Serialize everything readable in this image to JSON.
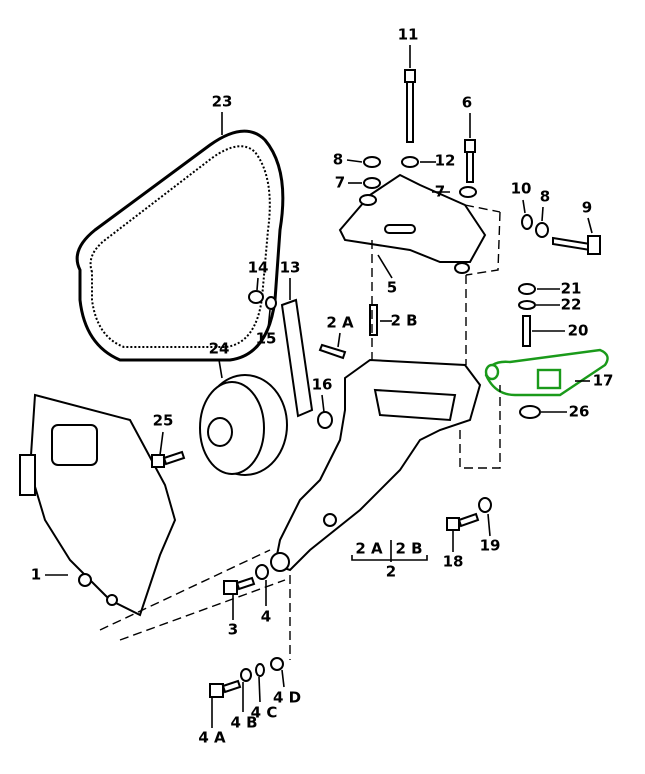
{
  "diagram": {
    "highlight_color": "#1a9a1a",
    "highlighted_part": "17",
    "callouts": {
      "c1": "1",
      "c2": "2",
      "c2a_top": "2 A",
      "c2b_top": "2 B",
      "c2a_bottom": "2 A",
      "c2b_bottom": "2 B",
      "c3": "3",
      "c4": "4",
      "c4a": "4 A",
      "c4b": "4 B",
      "c4c": "4 C",
      "c4d": "4 D",
      "c5": "5",
      "c6": "6",
      "c7_left": "7",
      "c7_right": "7",
      "c8_left": "8",
      "c8_right": "8",
      "c9": "9",
      "c10": "10",
      "c11": "11",
      "c12": "12",
      "c13": "13",
      "c14": "14",
      "c15": "15",
      "c16": "16",
      "c17": "17",
      "c18": "18",
      "c19": "19",
      "c20": "20",
      "c21": "21",
      "c22": "22",
      "c23": "23",
      "c24": "24",
      "c25": "25",
      "c26": "26"
    }
  }
}
